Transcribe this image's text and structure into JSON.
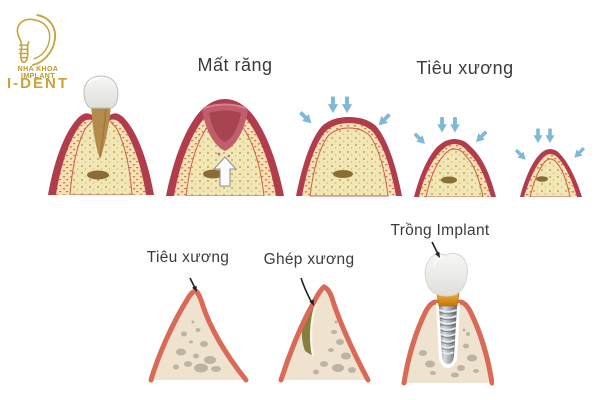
{
  "brand": {
    "line1": "NHA KHOA IMPLANT",
    "line2": "I-DENT",
    "logo_color": "#c9a43a"
  },
  "captions": {
    "missing_tooth": "Mất răng",
    "bone_loss_top": "Tiêu xương",
    "bone_loss_bottom": "Tiêu xương",
    "bone_graft": "Ghép xương",
    "implant": "Trồng Implant"
  },
  "illustrations": [
    {
      "name": "healthy-tooth",
      "description": "tooth with root seated in jawbone and gum"
    },
    {
      "name": "missing-tooth-socket",
      "description": "empty socket after tooth loss with white up arrow in bone"
    },
    {
      "name": "bone-resorption-stage-1",
      "description": "wide bone ridge with blue pressure arrows"
    },
    {
      "name": "bone-resorption-stage-2",
      "description": "smaller bone ridge with blue pressure arrows"
    },
    {
      "name": "bone-resorption-stage-3",
      "description": "severely resorbed narrow ridge with blue pressure arrows"
    },
    {
      "name": "resorbed-ridge",
      "description": "thin collapsed ridge pointed by arrow"
    },
    {
      "name": "bone-graft-ridge",
      "description": "ridge with olive bone graft material added"
    },
    {
      "name": "implant-placed",
      "description": "threaded implant with orange abutment and white crown in ridge"
    }
  ],
  "colors": {
    "gum_red": "#b13c4c",
    "socket_pink": "#c05e6d",
    "bone_yellow": "#f0e6b6",
    "flank_cream": "#f6e2b8",
    "speckle": "#c9a44c",
    "arrow_blue": "#7fb8d9",
    "ridge_outline_salmon": "#d96a58",
    "ridge_bone": "#efe3cf",
    "bone_spots_gray": "#b3ac9b",
    "graft_olive": "#857e3c",
    "abutment_orange": "#e09a22",
    "implant_gray": "#9aa1a8",
    "caption_text": "#3b3b3b"
  }
}
